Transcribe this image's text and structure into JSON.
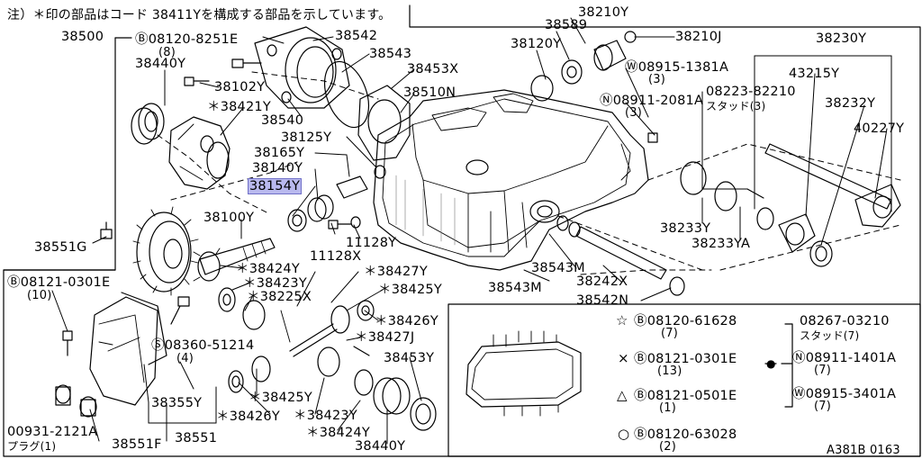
{
  "header_note": "注）＊印の部品はコード 38411Yを構成する部品を示しています。",
  "drawing_code": "A381B 0163",
  "highlight_color": "#b9b9ee",
  "callouts": {
    "p38500": "38500",
    "p08120_8251E": "Ⓑ08120-8251E",
    "p08120_8251E_q": "(8)",
    "p38542": "38542",
    "p38543": "38543",
    "p38453X": "38453X",
    "p38510N": "38510N",
    "p38440Y_top": "38440Y",
    "p38102Y": "38102Y",
    "p38421Y": "＊38421Y",
    "p38540": "38540",
    "p38125Y": "38125Y",
    "p38165Y": "38165Y",
    "p38140Y": "38140Y",
    "p38154Y": "38154Y",
    "p38100Y": "38100Y",
    "p38551G": "38551G",
    "p11128X": "11128X",
    "p11128Y": "11128Y",
    "p38210Y": "38210Y",
    "p38589": "38589",
    "p38120Y": "38120Y",
    "p38210J": "38210J",
    "p08915_1381A": "Ⓦ08915-1381A",
    "p08915_1381A_q": "(3)",
    "p08911_2081A": "Ⓝ08911-2081A",
    "p08911_2081A_q": "(3)",
    "p08223_82210": "08223-82210",
    "p08223_note": "スタッド(3)",
    "p38230Y": "38230Y",
    "p43215Y": "43215Y",
    "p38232Y": "38232Y",
    "p40227Y": "40227Y",
    "p38233Y": "38233Y",
    "p38233YA": "38233YA",
    "p38543M_a": "38543M",
    "p38543M_b": "38543M",
    "p38242X": "38242X",
    "p38542N": "38542N",
    "p38424Y_a": "＊38424Y",
    "p38423Y_a": "＊38423Y",
    "p38225X": "＊38225X",
    "p38427Y": "＊38427Y",
    "p38425Y_a": "＊38425Y",
    "p38426Y_a": "＊38426Y",
    "p38427J": "＊38427J",
    "p08121_0301E": "Ⓑ08121-0301E",
    "p08121_0301E_q": "(10)",
    "p08360_51214": "Ⓢ08360-51214",
    "p08360_51214_q": "(4)",
    "p38355Y": "38355Y",
    "p38551": "38551",
    "p38551F": "38551F",
    "p00931_2121A": "00931-2121A",
    "p00931_note": "プラグ(1)",
    "p38425Y_b": "＊38425Y",
    "p38426Y_b": "＊38426Y",
    "p38423Y_b": "＊38423Y",
    "p38424Y_b": "＊38424Y",
    "p38453Y": "38453Y",
    "p38440Y_bot": "38440Y"
  },
  "legend": {
    "star_sym": "☆",
    "star_part": "Ⓑ08120-61628",
    "star_qty": "(7)",
    "x_sym": "×",
    "x_part": "Ⓑ08121-0301E",
    "x_qty": "(13)",
    "tri_sym": "△",
    "tri_part": "Ⓑ08121-0501E",
    "tri_qty": "(1)",
    "o_sym": "○",
    "o_part": "Ⓑ08120-63028",
    "o_qty": "(2)",
    "dot_sym": "●",
    "g1_part": "08267-03210",
    "g1_note": "スタッド(7)",
    "g2_part": "Ⓝ08911-1401A",
    "g2_qty": "(7)",
    "g3_part": "Ⓦ08915-3401A",
    "g3_qty": "(7)"
  }
}
